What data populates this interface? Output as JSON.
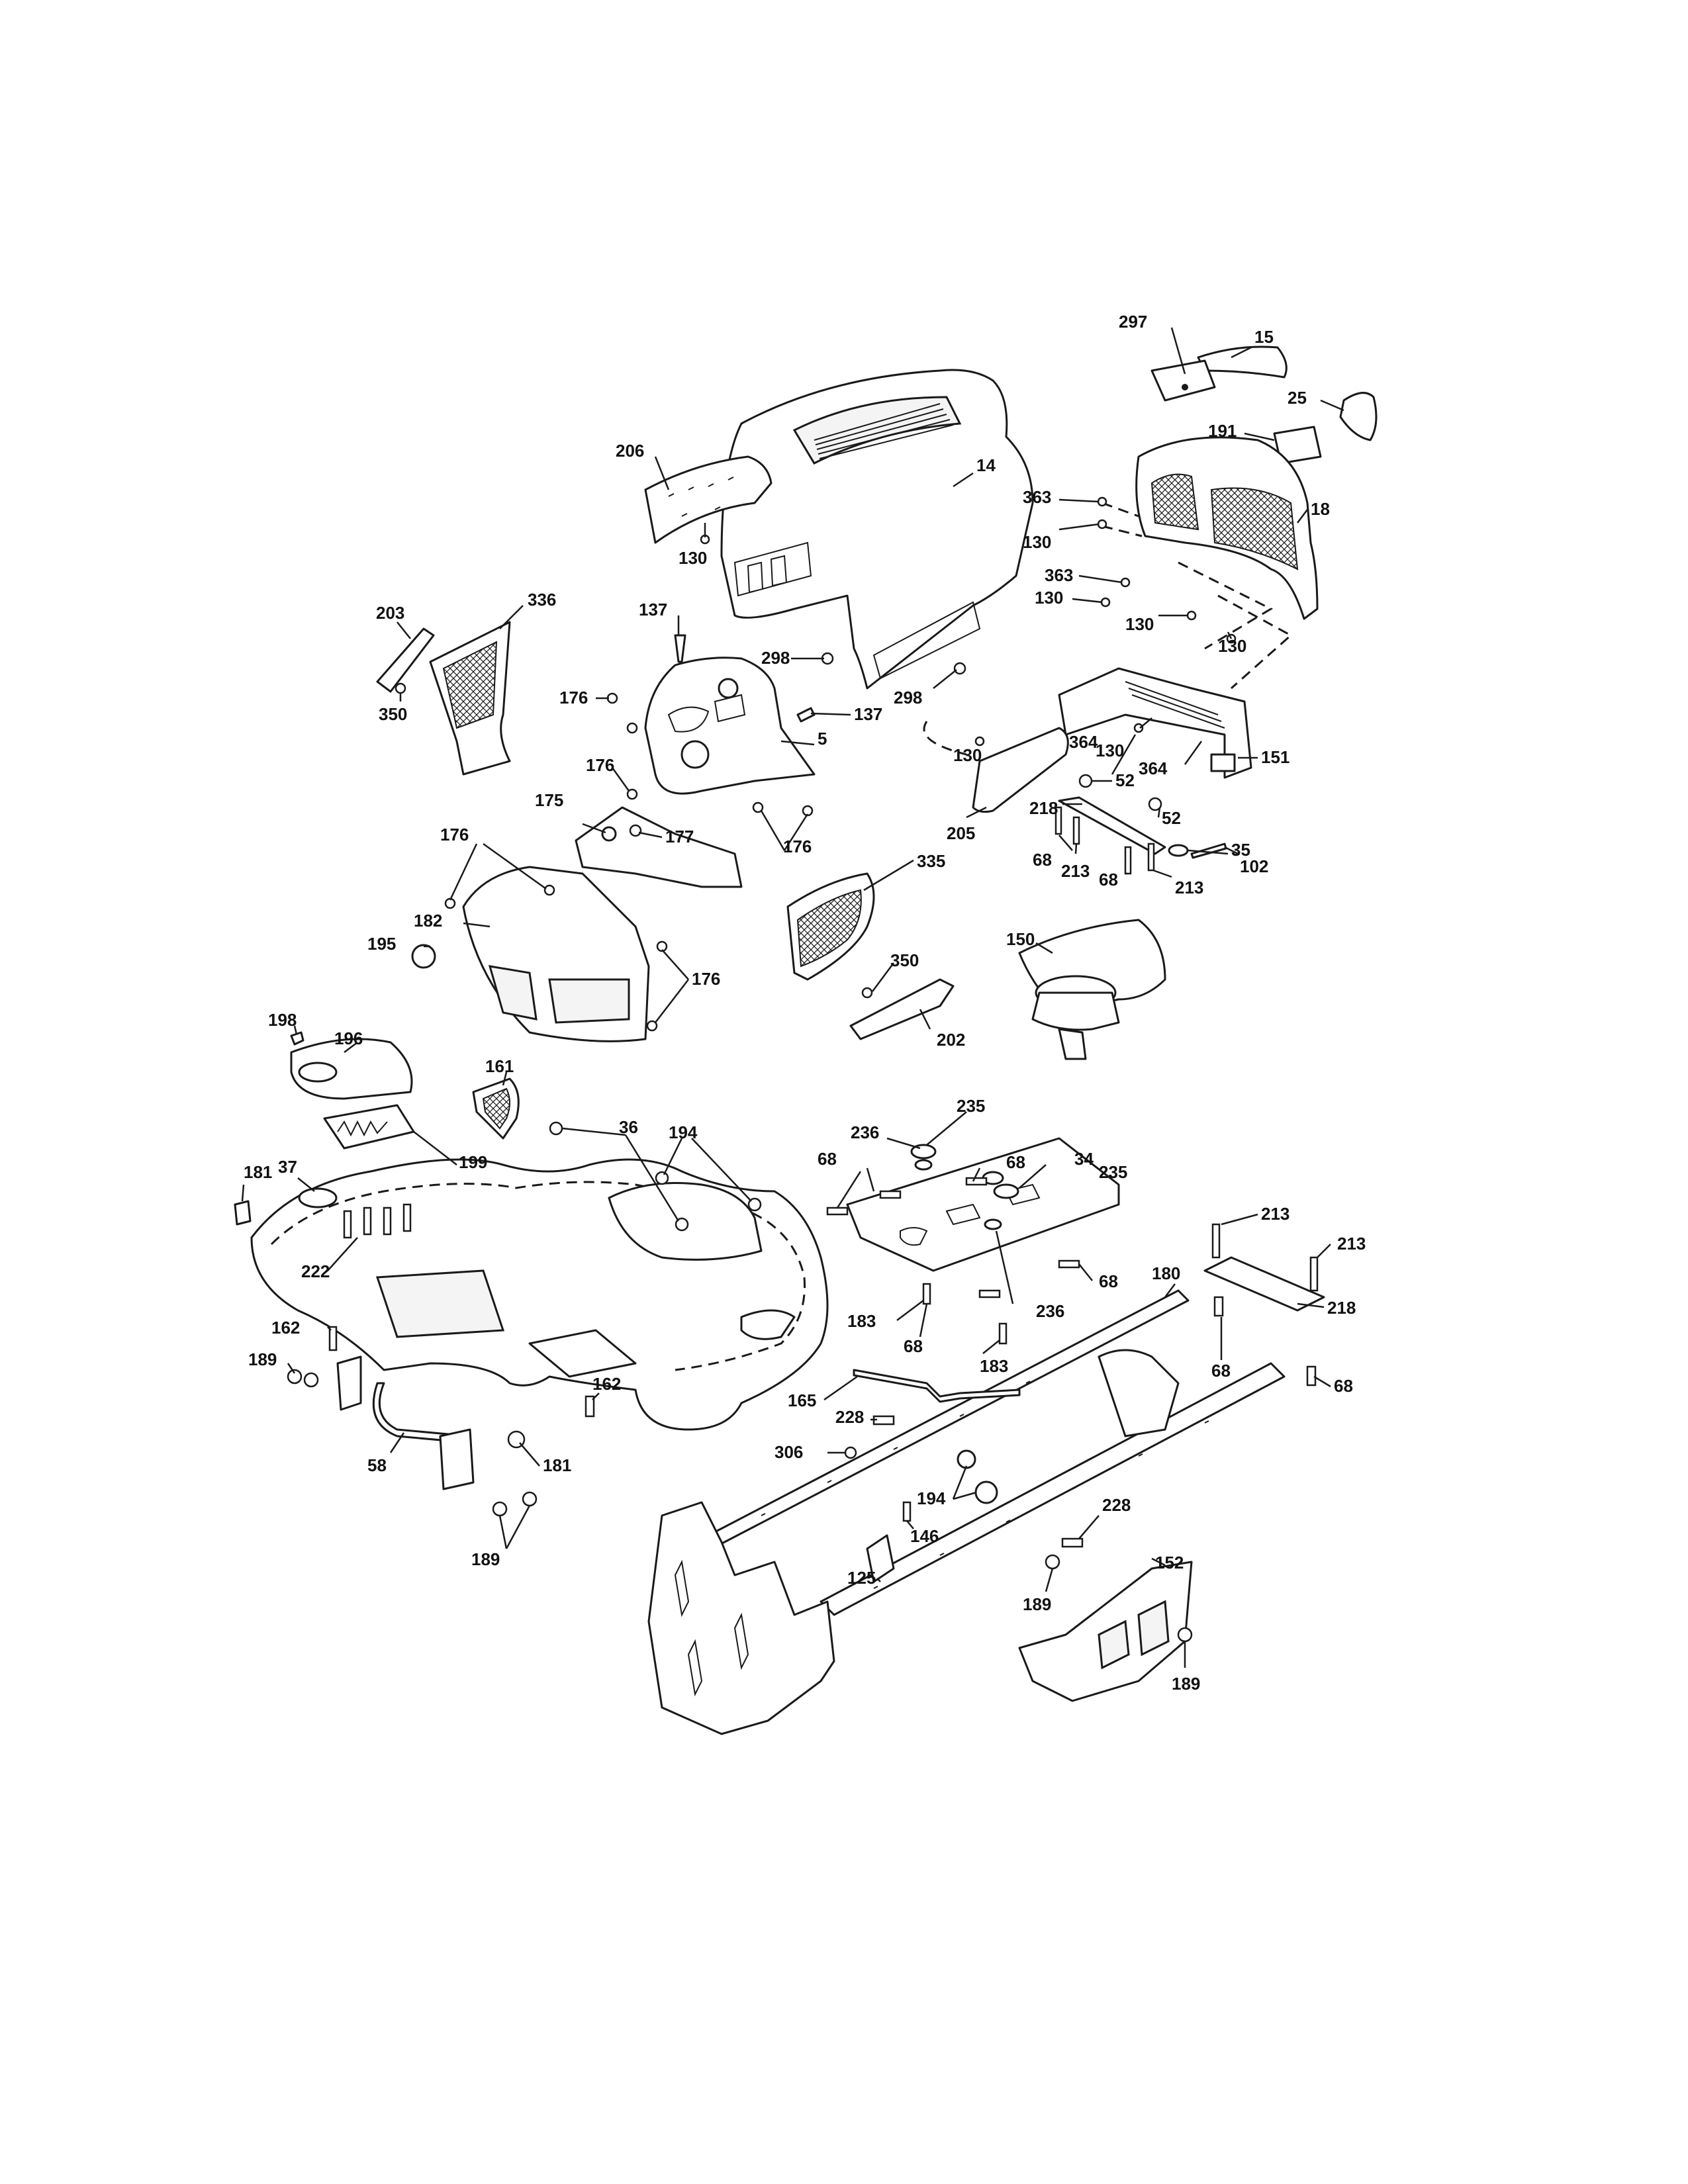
{
  "diagram": {
    "callouts": {
      "c15": "15",
      "c297": "297",
      "c25": "25",
      "c191": "191",
      "c18": "18",
      "c363a": "363",
      "c130a": "130",
      "c363b": "363",
      "c130b": "130",
      "c130c": "130",
      "c130d": "130",
      "c14": "14",
      "c206": "206",
      "c130e": "130",
      "c298a": "298",
      "c298b": "298",
      "c203": "203",
      "c336": "336",
      "c350a": "350",
      "c137a": "137",
      "c137b": "137",
      "c176a": "176",
      "c176b": "176",
      "c5": "5",
      "c176c": "176",
      "c175": "175",
      "c177": "177",
      "c176d": "176",
      "c182": "182",
      "c195": "195",
      "c176e": "176",
      "c364a": "364",
      "c130f": "130",
      "c364b": "364",
      "c151": "151",
      "c130g": "130",
      "c52a": "52",
      "c52b": "52",
      "c218a": "218",
      "c68a": "68",
      "c213a": "213",
      "c35": "35",
      "c102": "102",
      "c68b": "68",
      "c213b": "213",
      "c205": "205",
      "c335": "335",
      "c350b": "350",
      "c202": "202",
      "c150": "150",
      "c198": "198",
      "c196": "196",
      "c181a": "181",
      "c37": "37",
      "c199": "199",
      "c161": "161",
      "c36": "36",
      "c194a": "194",
      "c222": "222",
      "c236a": "236",
      "c235a": "235",
      "c68c": "68",
      "c34": "34",
      "c68d": "68",
      "c235b": "235",
      "c68e": "68",
      "c236b": "236",
      "c183a": "183",
      "c68f": "68",
      "c183b": "183",
      "c213c": "213",
      "c213d": "213",
      "c180": "180",
      "c218b": "218",
      "c68g": "68",
      "c68h": "68",
      "c162a": "162",
      "c189a": "189",
      "c162b": "162",
      "c58": "58",
      "c181b": "181",
      "c189b": "189",
      "c165": "165",
      "c228a": "228",
      "c306": "306",
      "c194b": "194",
      "c146": "146",
      "c125": "125",
      "c228b": "228",
      "c152": "152",
      "c189c": "189",
      "c189d": "189"
    }
  }
}
